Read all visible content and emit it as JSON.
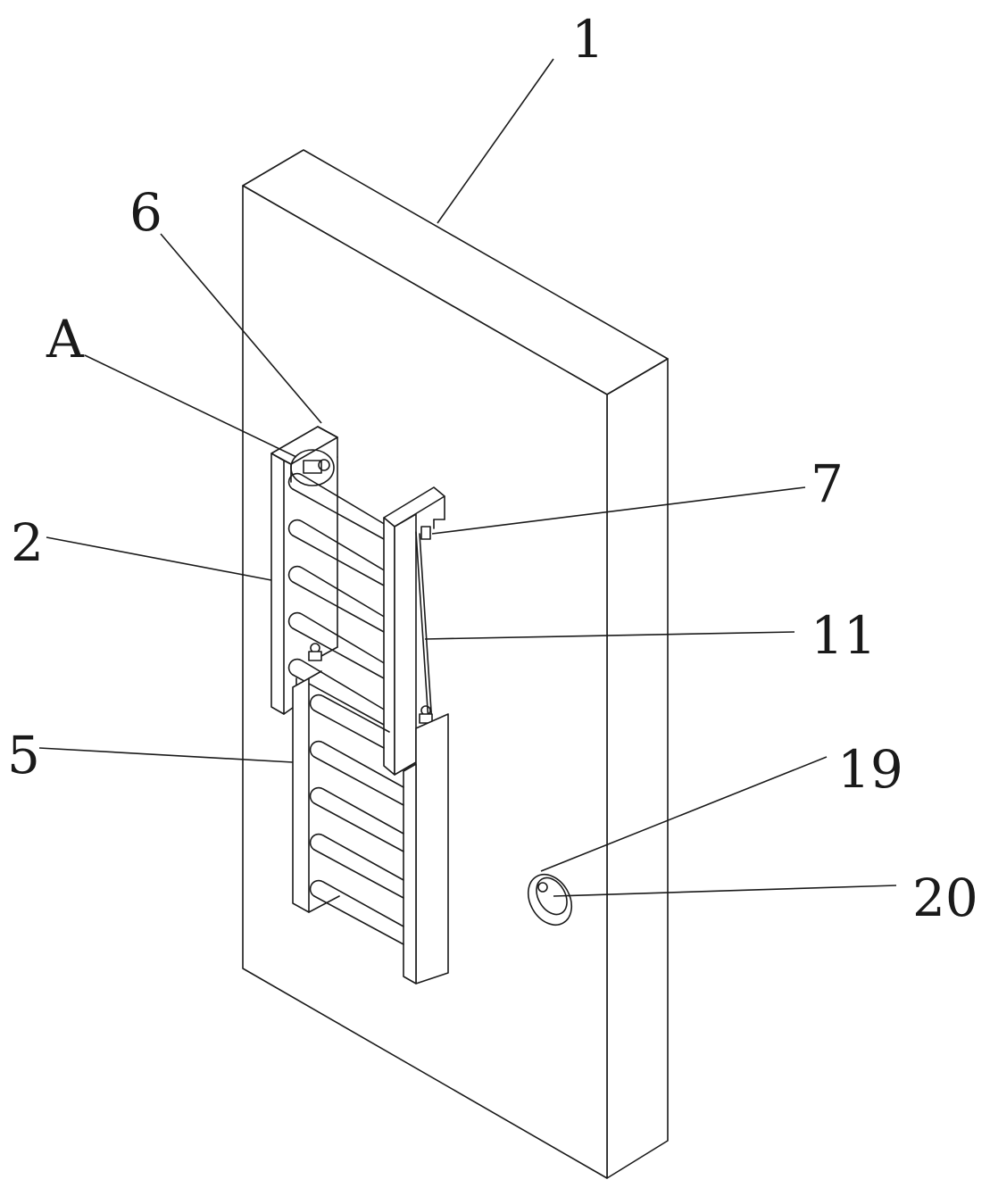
{
  "callouts": {
    "c1": "1",
    "c6": "6",
    "cA": "A",
    "c2": "2",
    "c7": "7",
    "c11": "11",
    "c5": "5",
    "c19": "19",
    "c20": "20"
  },
  "colors": {
    "line": "#1a1a1a",
    "background": "#ffffff"
  }
}
